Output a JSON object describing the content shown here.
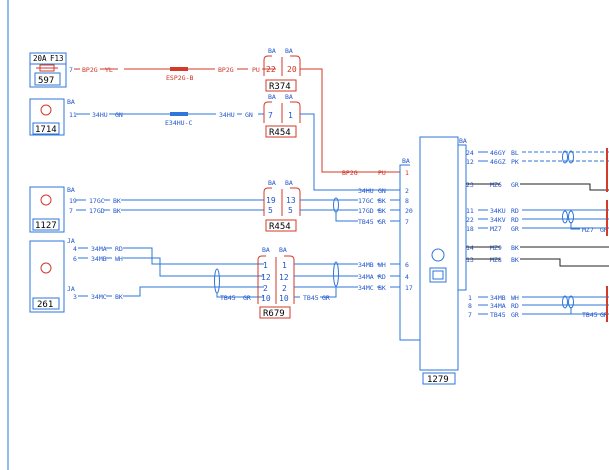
{
  "colors": {
    "blue": "#2e76d9",
    "red": "#d23a2a",
    "black": "#222222"
  },
  "components": {
    "fuse": {
      "rating": "20A",
      "name": "F13",
      "id": "597",
      "pin": "7",
      "conn": "BP2G",
      "color": "YL"
    },
    "c1714": {
      "id": "1714",
      "conn_type": "BA",
      "pin": "11",
      "wire": "34HU",
      "color": "GN"
    },
    "c1127": {
      "id": "1127",
      "conn_type": "BA",
      "pins": [
        "19",
        "7"
      ],
      "wires": [
        "17GC",
        "17GD"
      ],
      "colors": [
        "BK",
        "BK"
      ]
    },
    "c261": {
      "id": "261",
      "conn_type": "JA",
      "pins": [
        "4",
        "6",
        "3"
      ],
      "wires": [
        "34MA",
        "34MB",
        "34MC"
      ],
      "colors": [
        "RD",
        "WH",
        "BK"
      ]
    },
    "module": {
      "id": "1279",
      "conn_left": "BA",
      "conn_right": "BA"
    }
  },
  "connectors": {
    "r374": {
      "id": "R374",
      "type": "BA",
      "pins": [
        "22",
        "20"
      ],
      "wire": "BP2G",
      "color": "PU"
    },
    "r454a": {
      "id": "R454",
      "type": "BA",
      "pins": [
        "7",
        "1"
      ],
      "wire": "34HU",
      "color": "GN"
    },
    "r454b": {
      "id": "R454",
      "type": "BA",
      "pins_left": [
        "19",
        "5"
      ],
      "pins_right": [
        "13",
        "5"
      ]
    },
    "r679": {
      "id": "R679",
      "type": "BA",
      "pins_left": [
        "1",
        "12",
        "2",
        "10"
      ],
      "pins_right": [
        "1",
        "12",
        "2",
        "10"
      ]
    }
  },
  "inline": {
    "esp": {
      "label": "ESP2G-B"
    },
    "e34": {
      "label": "E34HU-C"
    }
  },
  "wires": {
    "mod_left": [
      {
        "wire": "BP2G",
        "color": "PU",
        "pin": "1"
      },
      {
        "wire": "34HU",
        "color": "GN",
        "pin": "2"
      },
      {
        "wire": "17GC",
        "color": "BK",
        "pin": "8"
      },
      {
        "wire": "17GD",
        "color": "BK",
        "pin": "20"
      },
      {
        "wire": "TB45",
        "color": "GR",
        "pin": "7"
      },
      {
        "wire": "34MB",
        "color": "WH",
        "pin": "6"
      },
      {
        "wire": "34MA",
        "color": "RD",
        "pin": "4"
      },
      {
        "wire": "34MC",
        "color": "BK",
        "pin": "17"
      }
    ],
    "mod_right": [
      {
        "pin": "24",
        "wire": "46GY",
        "color": "BL"
      },
      {
        "pin": "12",
        "wire": "46GZ",
        "color": "PK"
      },
      {
        "pin": "23",
        "wire": "MZ6",
        "color": "GR"
      },
      {
        "pin": "11",
        "wire": "34KU",
        "color": "RD"
      },
      {
        "pin": "22",
        "wire": "34KV",
        "color": "RD"
      },
      {
        "pin": "18",
        "wire": "MZ7",
        "color": "GR"
      },
      {
        "pin": "14",
        "wire": "MZ9",
        "color": "BK"
      },
      {
        "pin": "13",
        "wire": "MZ8",
        "color": "BK"
      },
      {
        "pin": "1",
        "wire": "34MB",
        "color": "WH"
      },
      {
        "pin": "8",
        "wire": "34MA",
        "color": "RD"
      },
      {
        "pin": "7",
        "wire": "TB45",
        "color": "GR"
      }
    ],
    "r454b_mid": [
      {
        "wire": "17GC",
        "color": "BK",
        "pin": "13"
      },
      {
        "wire": "17GD",
        "color": "BK",
        "pin": "5"
      }
    ],
    "r679_mid": [
      {
        "wire": "34MB",
        "color": "WH",
        "pin": "1"
      },
      {
        "wire": "34MA",
        "color": "RD",
        "pin": "12"
      },
      {
        "wire": "34MC",
        "color": "BK",
        "pin": "2"
      },
      {
        "wire": "TB45",
        "color": "GR",
        "pin": "10"
      }
    ],
    "tb45_left": {
      "wire": "TB45",
      "color": "GR"
    },
    "mz7_right": {
      "wire": "MZ7",
      "color": "GR"
    },
    "tb45_right": {
      "wire": "TB45",
      "color": "GR"
    }
  }
}
